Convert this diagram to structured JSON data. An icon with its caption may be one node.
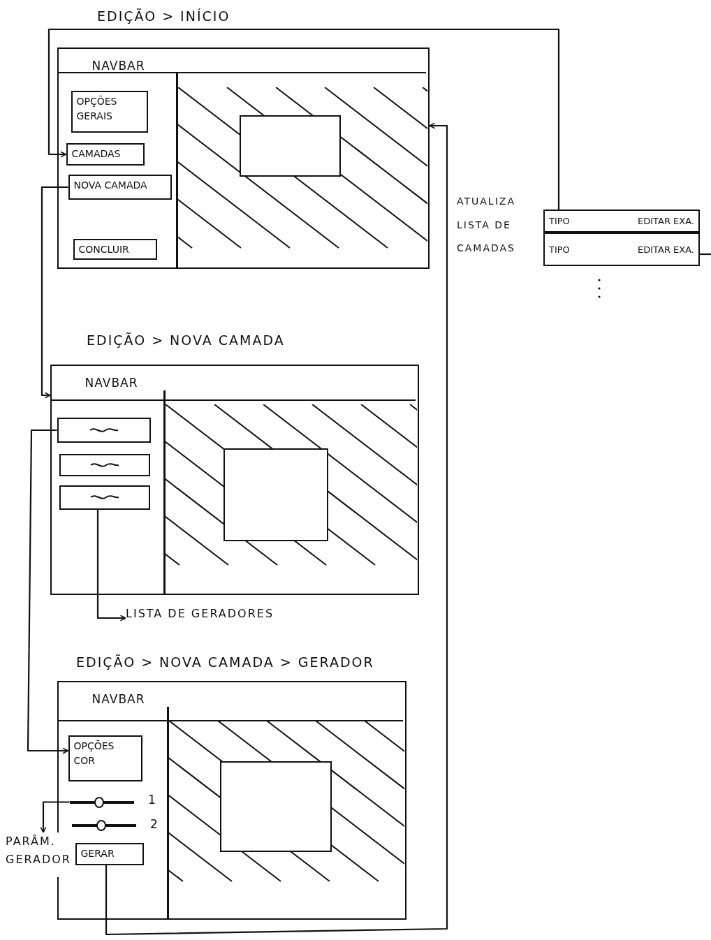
{
  "diagram": {
    "nodes": [
      {
        "text": [
          "EDIÇÃO > INÍCIO"
        ]
      },
      {
        "text": [
          "NAVBAR"
        ],
        "in": 0
      },
      {
        "text": [
          "OPÇÕES GERAIS"
        ],
        "in": 0
      },
      {
        "text": [
          "CAMADAS"
        ],
        "in": 0
      },
      {
        "text": [
          "NOVA CAMADA"
        ],
        "in": 0
      },
      {
        "text": [
          "CONCLUIR"
        ],
        "in": 0
      },
      {
        "text": [],
        "shape": "box",
        "in": 0
      },
      {
        "text": [
          "TIPO",
          "EDITAR EXA."
        ]
      },
      {
        "text": [
          "TIPO",
          "EDITAR EXA."
        ]
      },
      {
        "text": [
          "EDIÇÃO > NOVA CAMADA"
        ]
      },
      {
        "text": [
          "NAVBAR"
        ],
        "in": 9
      },
      {
        "text": [],
        "shape": "box",
        "in": 9
      },
      {
        "text": [],
        "shape": "box",
        "in": 9
      },
      {
        "text": [],
        "shape": "box",
        "in": 9
      },
      {
        "text": [],
        "shape": "box",
        "in": 9
      },
      {
        "text": [
          "LISTA DE GERADORES"
        ]
      },
      {
        "text": [
          "EDIÇÃO > NOVA CAMADA > GERADOR"
        ]
      },
      {
        "text": [
          "NAVBAR"
        ],
        "in": 16
      },
      {
        "text": [
          "OPÇÕES COR"
        ],
        "in": 16
      },
      {
        "text": [],
        "shape": "bar",
        "in": 16,
        "beside": [
          "1"
        ]
      },
      {
        "text": [],
        "shape": "bar",
        "in": 16,
        "beside": [
          "2"
        ]
      },
      {
        "text": [
          "GERAR"
        ],
        "in": 16
      },
      {
        "text": [],
        "shape": "box",
        "in": 16
      },
      {
        "text": [
          "PARÂM. GERADOR"
        ]
      }
    ],
    "edges": [
      {
        "from": 7,
        "to": 3,
        "arrow": "to"
      },
      {
        "from": 8,
        "to": null,
        "arrow": "none"
      },
      {
        "from": 21,
        "to": 0,
        "arrow": "to",
        "label": "ATUALIZA LISTA DE CAMADAS"
      },
      {
        "from": 4,
        "to": 9,
        "arrow": "to"
      },
      {
        "from": 11,
        "to": 18,
        "arrow": "to"
      },
      {
        "from": 13,
        "to": 15,
        "arrow": "to"
      },
      {
        "from": 19,
        "to": 23,
        "arrow": "to"
      }
    ]
  }
}
